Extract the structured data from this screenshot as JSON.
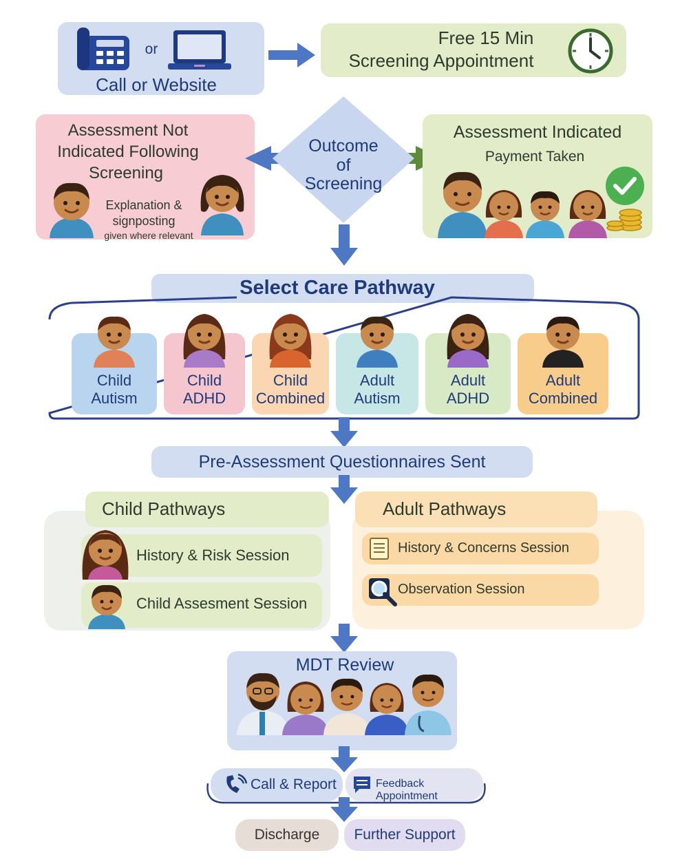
{
  "top": {
    "contact_or": "or",
    "contact_label": "Call or Website",
    "screening_title_1": "Free 15 Min",
    "screening_title_2": "Screening Appointment"
  },
  "outcome": {
    "center_1": "Outcome",
    "center_2": "of",
    "center_3": "Screening",
    "not_indicated_1": "Assessment Not",
    "not_indicated_2": "Indicated Following",
    "not_indicated_3": "Screening",
    "explanation_1": "Explanation &",
    "explanation_2": "signposting",
    "explanation_3": "given where relevant",
    "indicated_title": "Assessment Indicated",
    "indicated_sub": "Payment Taken"
  },
  "pathway": {
    "title": "Select Care Pathway",
    "cards": [
      {
        "line1": "Child",
        "line2": "Autism",
        "color": "#b9d4ee"
      },
      {
        "line1": "Child",
        "line2": "ADHD",
        "color": "#f6c6cf"
      },
      {
        "line1": "Child",
        "line2": "Combined",
        "color": "#fbd6b3"
      },
      {
        "line1": "Adult",
        "line2": "Autism",
        "color": "#c7e6e6"
      },
      {
        "line1": "Adult",
        "line2": "ADHD",
        "color": "#d8e9c6"
      },
      {
        "line1": "Adult",
        "line2": "Combined",
        "color": "#f8cd8c"
      }
    ]
  },
  "questionnaire": {
    "label": "Pre-Assessment Questionnaires Sent"
  },
  "child_pathways": {
    "title": "Child Pathways",
    "items": [
      "History & Risk Session",
      "Child Assesment Session"
    ]
  },
  "adult_pathways": {
    "title": "Adult Pathways",
    "items": [
      "History & Concerns Session",
      "Observation Session"
    ]
  },
  "mdt": {
    "title": "MDT Review"
  },
  "followup": {
    "call_report": "Call & Report",
    "feedback": "Feedback Appointment"
  },
  "final": {
    "discharge": "Discharge",
    "further_support": "Further Support"
  },
  "colors": {
    "blue_box": "#d3ddf2",
    "green_box": "#e2ecc9",
    "pink_box": "#f7cdd3",
    "orange_box": "#fbe0b6",
    "arrow_blue": "#4f78c4",
    "arrow_green": "#5e8a3a",
    "navy_text": "#1f3a78"
  }
}
